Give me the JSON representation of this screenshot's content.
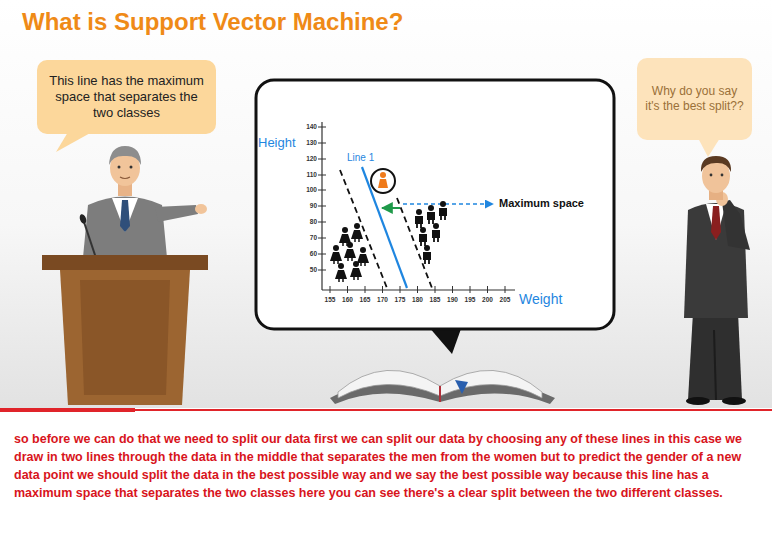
{
  "diagram": {
    "title": "What is Support Vector Machine?",
    "caption": "so before we can do that we need to split our data first we can split our data by choosing any of these lines in this case we draw in two lines through the data in the middle that separates the men from the women but to predict the gender of a new data point we should split the data in the best possible way and we say the best possible way because this line has a maximum space that separates the two classes here you can see there's a clear split between the two different classes.",
    "nodes": [
      {
        "text": [
          "This line has the maximum space that separates the two classes"
        ]
      },
      {
        "text": [
          "Why do you say it's the best split??"
        ]
      }
    ],
    "labels": [
      "Height",
      "140",
      "130",
      "120",
      "110",
      "100",
      "90",
      "80",
      "70",
      "60",
      "50",
      "Line 1",
      "Maximum space",
      "155",
      "160",
      "165",
      "170",
      "175",
      "180",
      "185",
      "190",
      "195",
      "200",
      "205",
      "Weight"
    ]
  }
}
